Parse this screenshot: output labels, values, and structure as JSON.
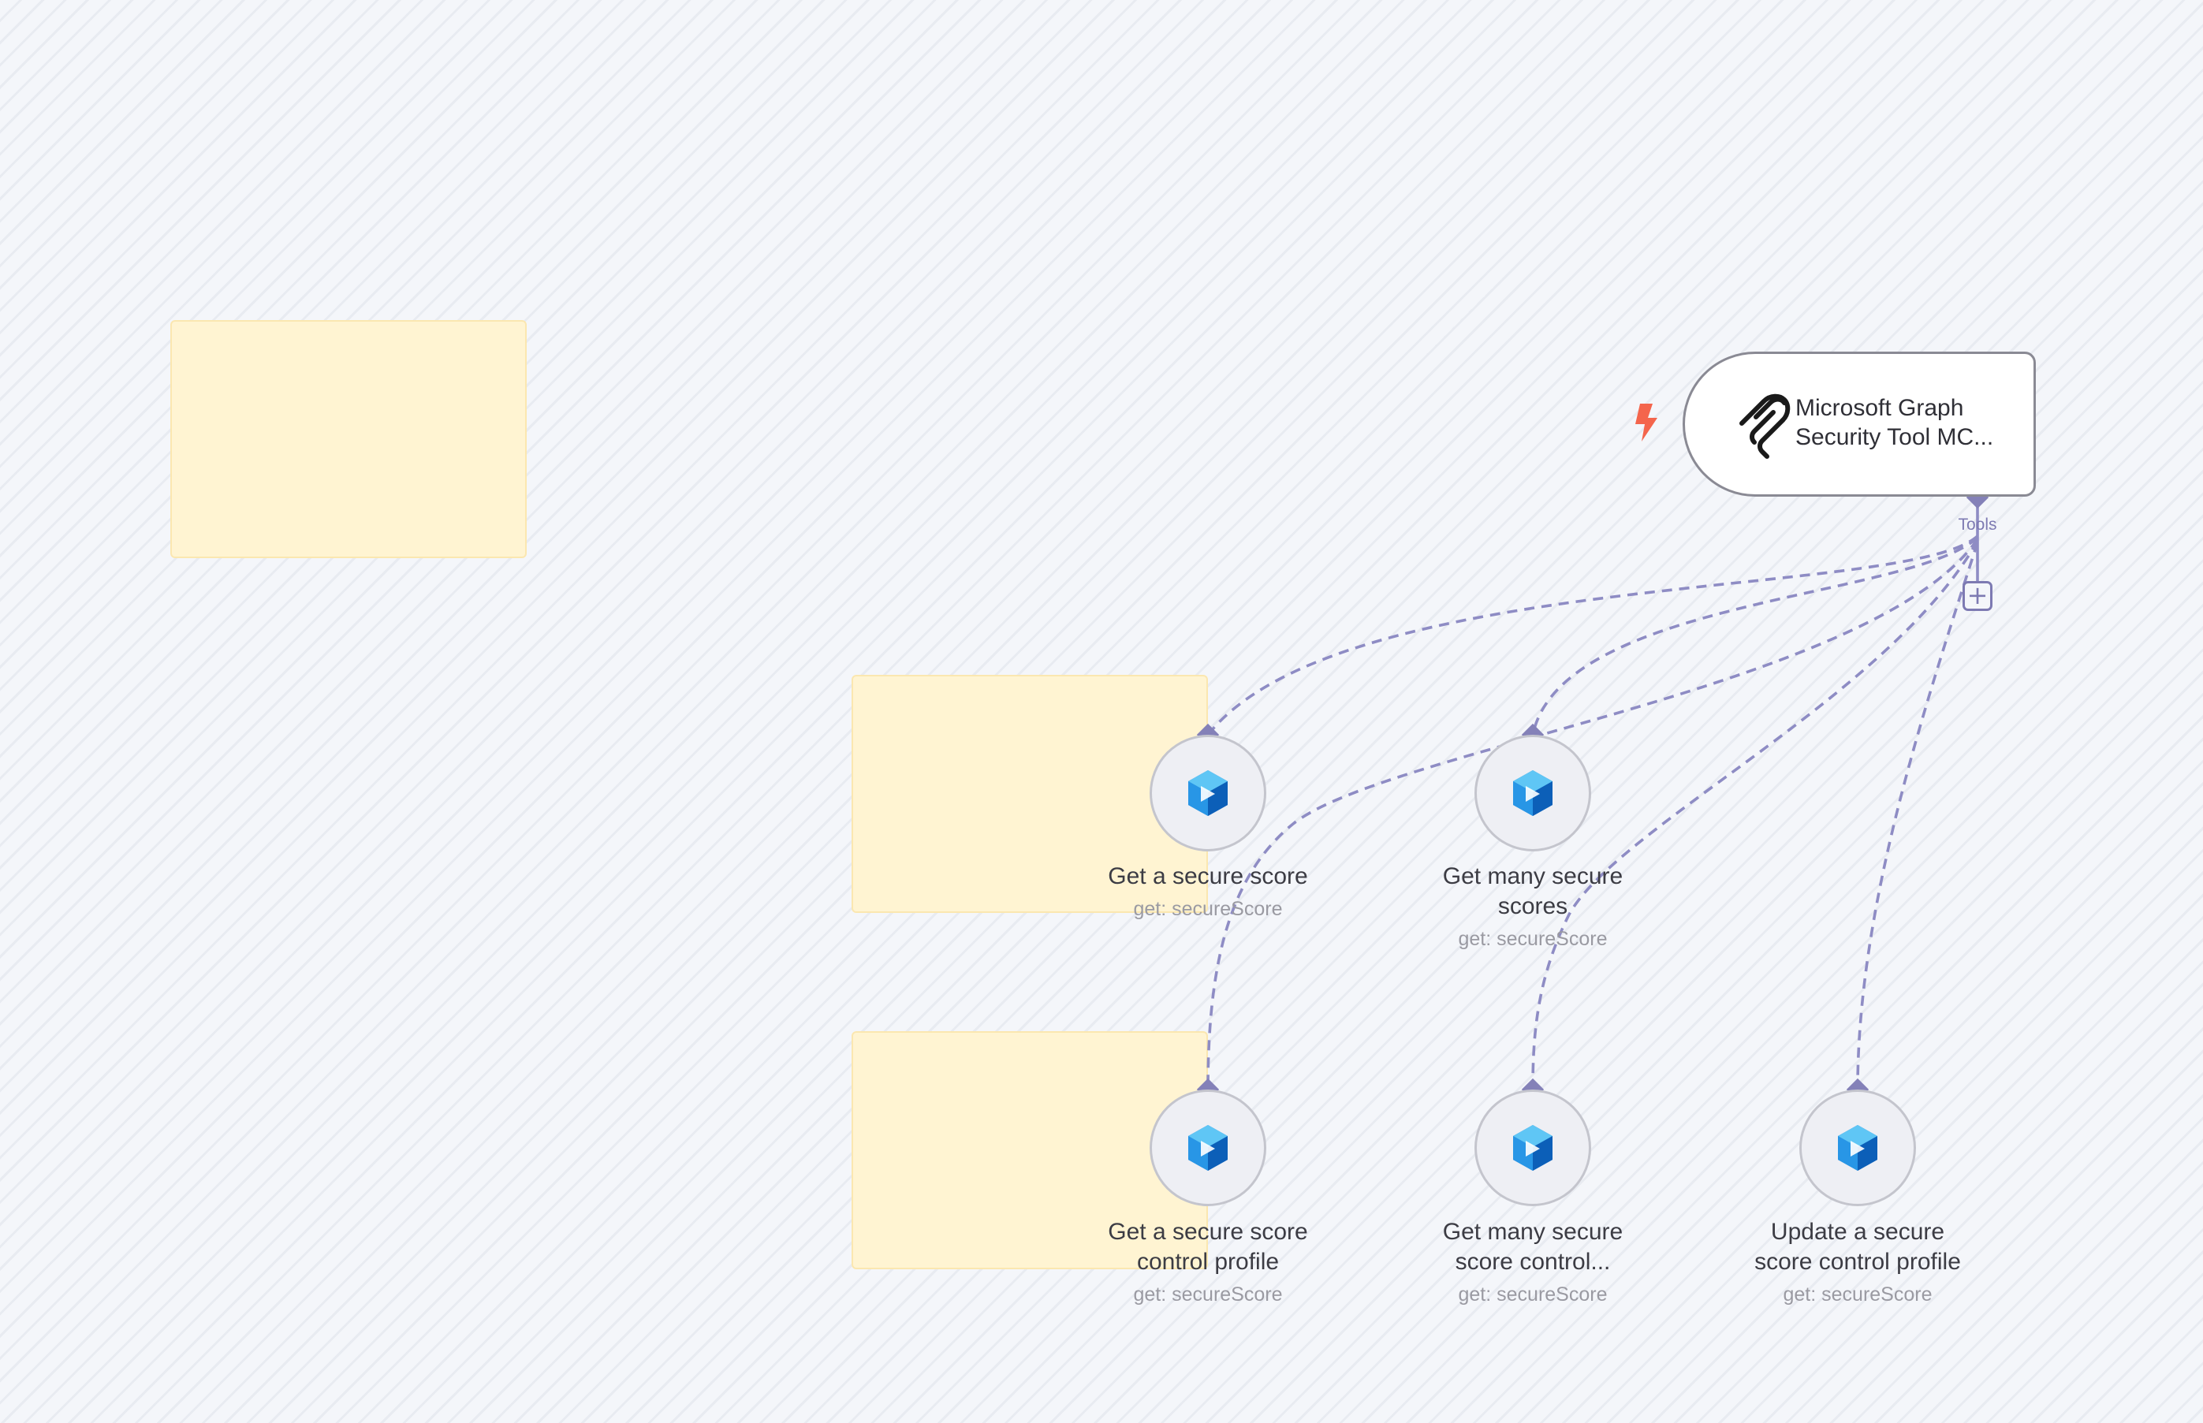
{
  "trigger": {
    "title_line1": "Microsoft Graph",
    "title_line2": "Security Tool MC...",
    "icon": "mcp-icon",
    "bolt_icon": "lightning-bolt-icon",
    "output_label": "Tools",
    "add_icon": "plus-icon"
  },
  "tools": [
    {
      "line1": "Get a secure score",
      "line2": "",
      "sub": "get: secureScore",
      "icon": "microsoft-graph-gem-icon"
    },
    {
      "line1": "Get many secure",
      "line2": "scores",
      "sub": "get: secureScore",
      "icon": "microsoft-graph-gem-icon"
    },
    {
      "line1": "Get a secure score",
      "line2": "control profile",
      "sub": "get: secureScore",
      "icon": "microsoft-graph-gem-icon"
    },
    {
      "line1": "Get many secure",
      "line2": "score control...",
      "sub": "get: secureScore",
      "icon": "microsoft-graph-gem-icon"
    },
    {
      "line1": "Update a secure",
      "line2": "score control profile",
      "sub": "get: secureScore",
      "icon": "microsoft-graph-gem-icon"
    }
  ],
  "colors": {
    "edge": "#8e8cc4",
    "sticky": "#fff4d2",
    "bolt": "#f4654c",
    "gem_light": "#3ab0f0",
    "gem_dark": "#0c5fb8"
  }
}
